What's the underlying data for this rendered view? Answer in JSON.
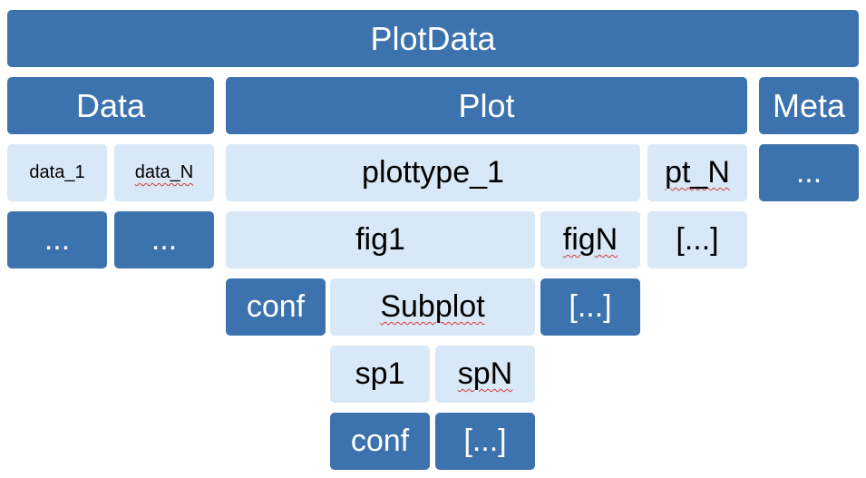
{
  "diagram": {
    "root": "PlotData",
    "sections": {
      "data": "Data",
      "plot": "Plot",
      "meta": "Meta"
    },
    "data_items": [
      "data_1",
      "data_N"
    ],
    "data_more": [
      "...",
      "..."
    ],
    "plottypes": [
      "plottype_1",
      "pt_N"
    ],
    "meta_more": "...",
    "figures": [
      "fig1",
      "figN"
    ],
    "plottype_more": "[...]",
    "fig_conf": "conf",
    "subplot": "Subplot",
    "fig_more": "[...]",
    "subplots": [
      "sp1",
      "spN"
    ],
    "sp_conf": "conf",
    "sp_more": "[...]"
  },
  "colors": {
    "dark_box": "#3c72ae",
    "light_box": "#d9e8f6",
    "spellcheck": "#d43a3a"
  }
}
